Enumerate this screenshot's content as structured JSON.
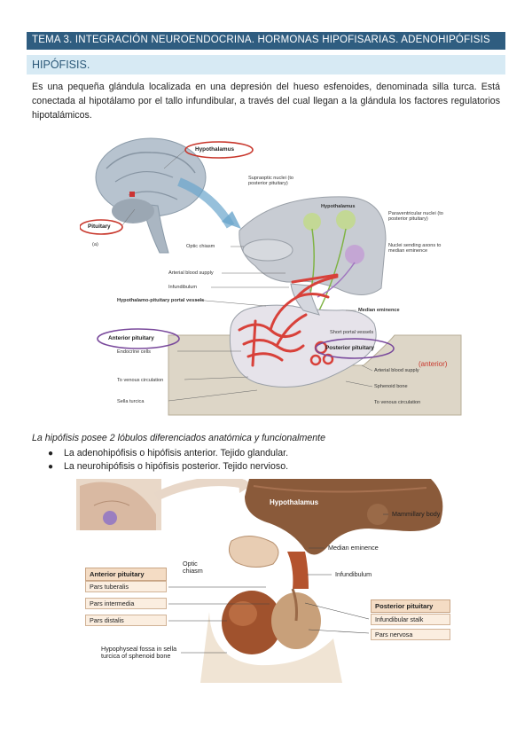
{
  "header": {
    "title": "TEMA 3. INTEGRACIÓN NEUROENDOCRINA. HORMONAS HIPOFISARIAS. ADENOHIPÓFISIS"
  },
  "section": {
    "title": "HIPÓFISIS."
  },
  "intro": {
    "text": "Es una pequeña glándula localizada en una depresión del hueso esfenoides, denominada silla turca. Está conectada al hipotálamo por el tallo infundibular, a través del cual llegan a la glándula los factores regulatorios hipotalámicos."
  },
  "figure1": {
    "panel_letter": "(a)",
    "ovals": {
      "hypothalamus": "Hypothalamus",
      "pituitary": "Pituitary",
      "anterior_pituitary": "Anterior pituitary",
      "posterior_pituitary": "Posterior pituitary"
    },
    "labels": {
      "supraoptic": "Supraoptic nuclei (to posterior pituitary)",
      "hypothalamus_bold": "Hypothalamus",
      "paraventricular": "Paraventricular nuclei (to posterior pituitary)",
      "nuclei_sending": "Nuclei sending axons to median eminence",
      "optic_chiasm": "Optic chiasm",
      "arterial_supply": "Arterial blood supply",
      "infundibulum": "Infundibulum",
      "portal_vessels": "Hypothalamo-pituitary portal vessels",
      "median_eminence": "Median eminence",
      "short_portal": "Short portal vessels",
      "endocrine_cells": "Endocrine cells",
      "venous_left": "To venous circulation",
      "sella_turcica": "Sella turcica",
      "arterial_supply_right": "Arterial blood supply",
      "sphenoid": "Sphenoid bone",
      "venous_right": "To venous circulation",
      "anterior_note": "(anterior)"
    }
  },
  "caption": "La hipófisis posee 2 lóbulos diferenciados anatómica y funcionalmente",
  "bullets": [
    "La adenohipófisis o hipófisis anterior. Tejido glandular.",
    "La neurohipófisis o hipófisis posterior. Tejido nervioso."
  ],
  "figure2": {
    "hypothalamus": "Hypothalamus",
    "mammillary_body": "Mammillary body",
    "median_eminence": "Median eminence",
    "optic_chiasm": "Optic chiasm",
    "infundibulum": "Infundibulum",
    "anterior_box": {
      "title": "Anterior pituitary",
      "items": [
        "Pars tuberalis",
        "Pars intermedia",
        "Pars distalis"
      ]
    },
    "posterior_box": {
      "title": "Posterior pituitary",
      "items": [
        "Infundibular stalk",
        "Pars nervosa"
      ]
    },
    "fossa": "Hypophyseal fossa in sella turcica of sphenoid bone"
  },
  "colors": {
    "header_bg": "#2f5d80",
    "section_bg": "#d7eaf4",
    "oval_red": "#c8362b",
    "oval_purple": "#7a4a9c",
    "vessel_red": "#d8413a"
  }
}
